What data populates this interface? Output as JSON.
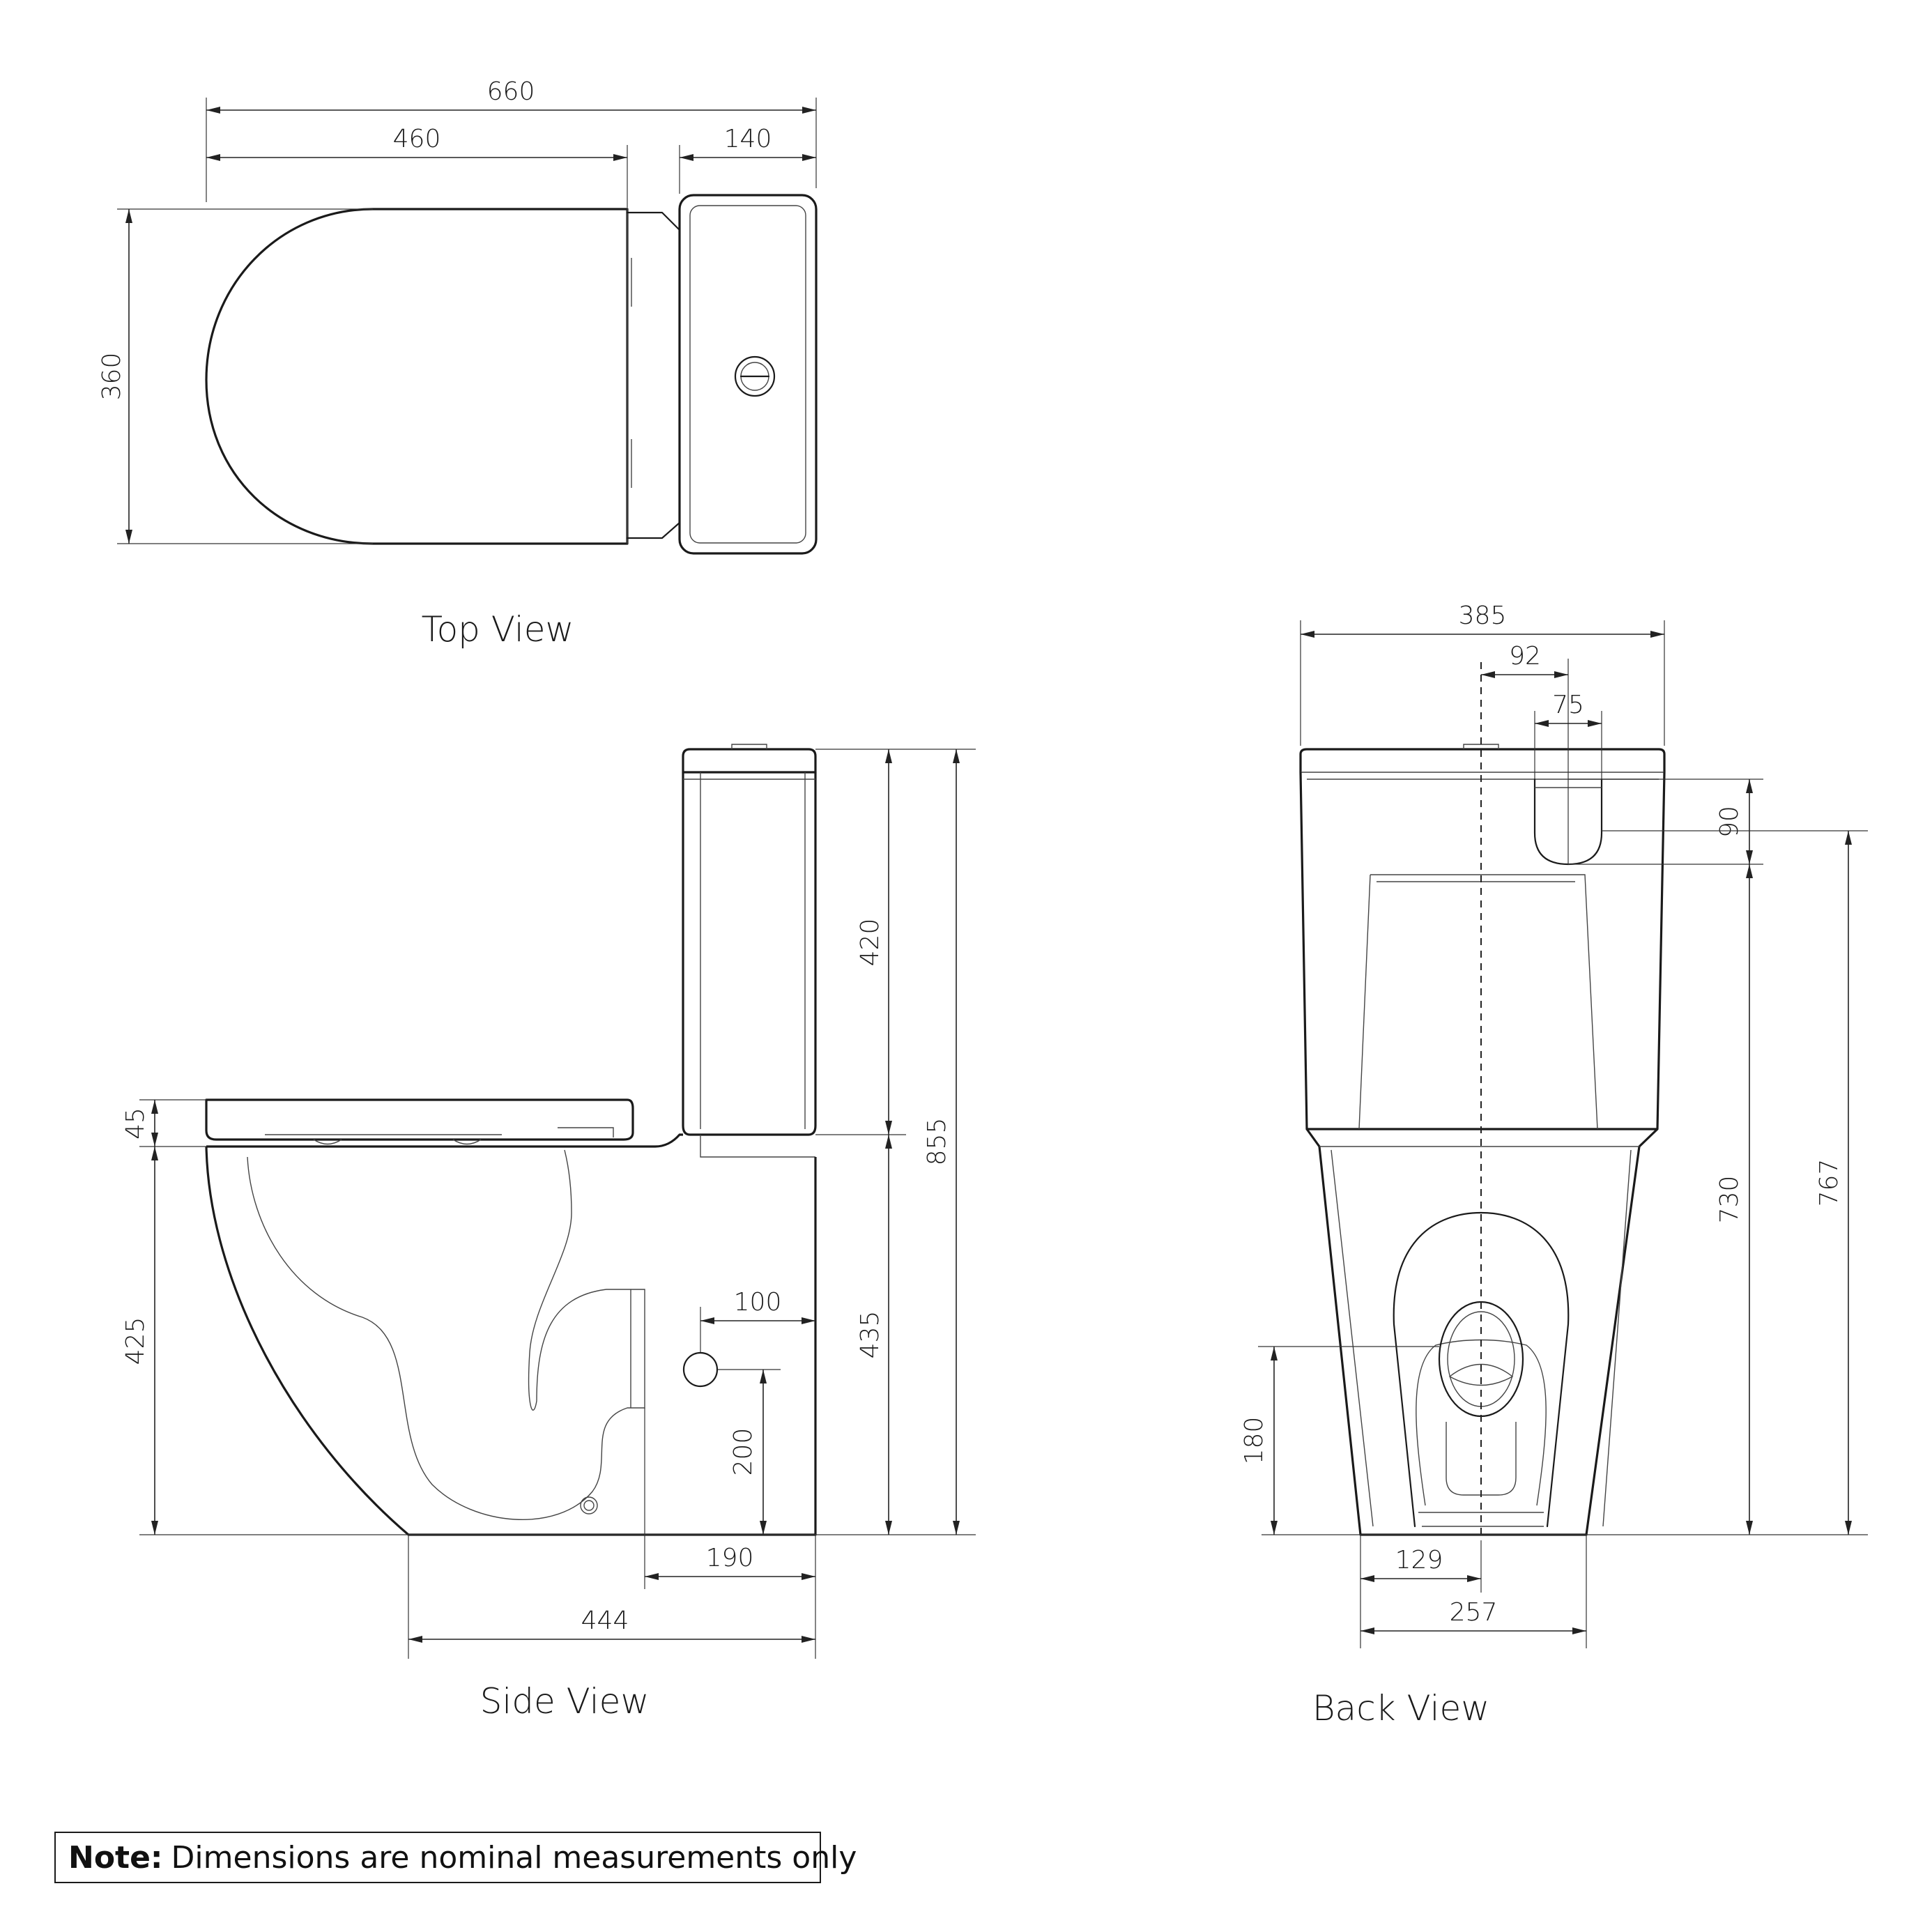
{
  "views": {
    "top": "Top View",
    "side": "Side View",
    "back": "Back View"
  },
  "dimensions": {
    "top_overall_length": "660",
    "top_bowl_length": "460",
    "top_cistern_depth": "140",
    "top_width": "360",
    "side_seat_thickness": "45",
    "side_seat_height": "425",
    "side_cistern_height": "420",
    "side_pan_height": "435",
    "side_overall_height": "855",
    "side_inlet_offset": "100",
    "side_inlet_height": "200",
    "side_outlet_setout": "190",
    "side_footprint_depth": "444",
    "back_overall_width": "385",
    "back_inlet_offset": "92",
    "back_inlet_width": "75",
    "back_inlet_height": "90",
    "back_height_730": "730",
    "back_height_767": "767",
    "back_outlet_height": "180",
    "back_half_base": "129",
    "back_base_width": "257"
  },
  "note": {
    "label": "Note:",
    "text": "Dimensions are nominal measurements only"
  }
}
